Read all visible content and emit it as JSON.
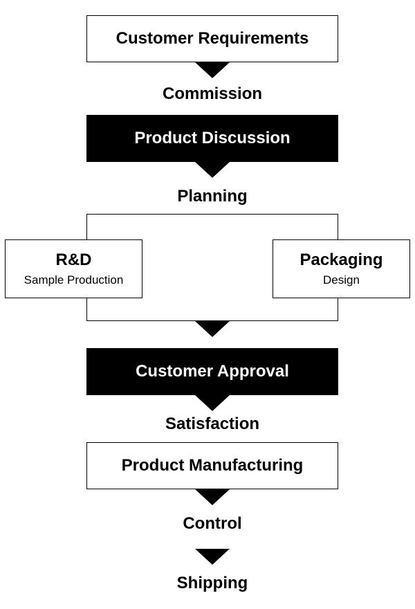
{
  "colors": {
    "box_fill_light": "#ffffff",
    "box_fill_dark": "#000000",
    "line": "#000000"
  },
  "nodes": {
    "customer_requirements": {
      "title": "Customer Requirements"
    },
    "product_discussion": {
      "title": "Product Discussion"
    },
    "rnd": {
      "title": "R&D",
      "subtitle": "Sample Production"
    },
    "packaging": {
      "title": "Packaging",
      "subtitle": "Design"
    },
    "customer_approval": {
      "title": "Customer Approval"
    },
    "product_manufacturing": {
      "title": "Product Manufacturing"
    }
  },
  "labels": {
    "commission": "Commission",
    "planning": "Planning",
    "satisfaction": "Satisfaction",
    "control": "Control",
    "shipping": "Shipping"
  }
}
